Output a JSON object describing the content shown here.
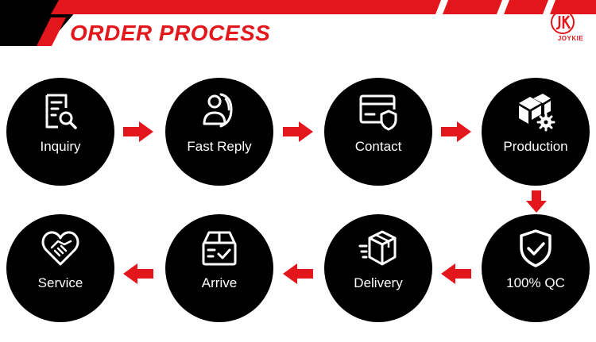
{
  "header": {
    "title": "ORDER PROCESS",
    "brand_name": "JOYKIE",
    "brand_mark": "JK",
    "accent_color": "#e3161c"
  },
  "steps": [
    {
      "label": "Inquiry",
      "icon": "document-search-icon"
    },
    {
      "label": "Fast Reply",
      "icon": "customer-service-icon"
    },
    {
      "label": "Contact",
      "icon": "card-shield-icon"
    },
    {
      "label": "Production",
      "icon": "boxes-gear-icon"
    },
    {
      "label": "100% QC",
      "icon": "shield-check-icon"
    },
    {
      "label": "Delivery",
      "icon": "fast-box-icon"
    },
    {
      "label": "Arrive",
      "icon": "package-check-icon"
    },
    {
      "label": "Service",
      "icon": "heart-handshake-icon"
    }
  ]
}
